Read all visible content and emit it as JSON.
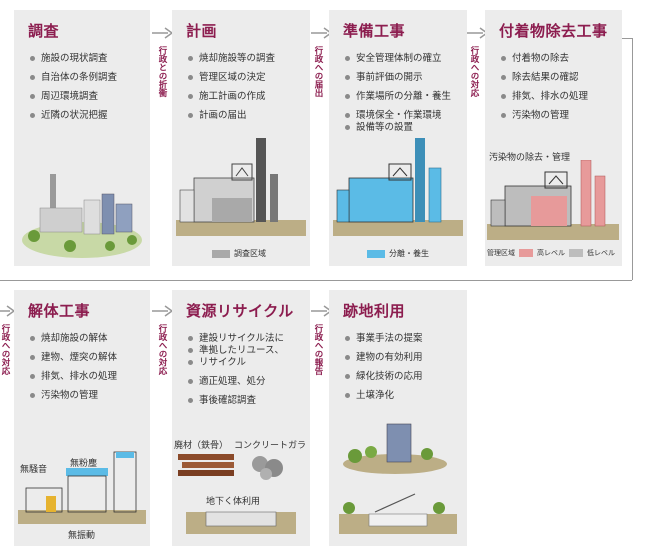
{
  "steps": [
    {
      "title": "調査",
      "items": [
        "施設の現状調査",
        "自治体の条例調査",
        "周辺環境調査",
        "近隣の状況把握"
      ]
    },
    {
      "title": "計画",
      "items": [
        "焼却施設等の調査",
        "管理区域の決定",
        "施工計画の作成",
        "計画の届出"
      ]
    },
    {
      "title": "準備工事",
      "items": [
        "安全管理体制の確立",
        "事前評価の開示",
        "作業場所の分離・養生",
        "環境保全・作業環境",
        "設備等の設置"
      ]
    },
    {
      "title": "付着物除去工事",
      "items": [
        "付着物の除去",
        "除去結果の確認",
        "排気、排水の処理",
        "汚染物の管理"
      ]
    },
    {
      "title": "解体工事",
      "items": [
        "焼却施設の解体",
        "建物、煙突の解体",
        "排気、排水の処理",
        "汚染物の管理"
      ]
    },
    {
      "title": "資源リサイクル",
      "items": [
        "建設リサイクル法に",
        "準拠したリユース、",
        "リサイクル",
        "適正処理、処分",
        "事後確認調査"
      ]
    },
    {
      "title": "跡地利用",
      "items": [
        "事業手法の提案",
        "建物の有効利用",
        "緑化技術の応用",
        "土壌浄化"
      ]
    }
  ],
  "side_labels": [
    "行政との折衝",
    "行政への届出",
    "行政への対応",
    "行政への対応",
    "行政への対応",
    "行政への報告"
  ],
  "illustration_labels": {
    "survey_area": "調査区域",
    "separation": "分離・養生",
    "removal_caption": "汚染物の除去・管理",
    "legend_managed": "管理区域",
    "legend_high": "高レベル",
    "legend_low": "低レベル",
    "silent": "無騒音",
    "dustless": "無粉塵",
    "vibrationless": "無振動",
    "scrap": "廃材（鉄骨）",
    "concrete": "コンクリートガラ",
    "underground": "地下く体利用"
  },
  "colors": {
    "title": "#8c1d4f",
    "panel": "#ececec",
    "separation": "#5bbbe6",
    "high": "#e79a9a",
    "low": "#bdbdbd",
    "survey": "#a9a9a9"
  }
}
